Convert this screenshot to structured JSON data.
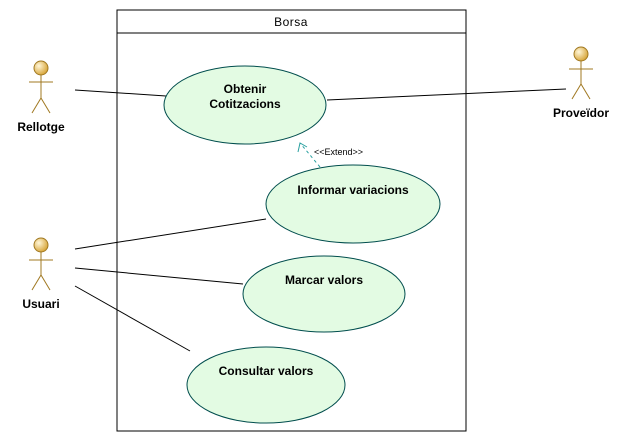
{
  "system": {
    "title": "Borsa"
  },
  "actors": {
    "rellotge": "Rellotge",
    "proveidor": "Proveïdor",
    "usuari": "Usuari"
  },
  "use_cases": {
    "obtenir_line1": "Obtenir",
    "obtenir_line2": "Cotitzacions",
    "informar": "Informar variacions",
    "marcar": "Marcar valors",
    "consultar": "Consultar valors"
  },
  "relations": {
    "extend_label": "<<Extend>>"
  },
  "colors": {
    "usecase_fill": "#e3fbe3",
    "usecase_stroke": "#004d4d",
    "actor_head": "#e8c87a",
    "actor_stroke": "#a07820",
    "line": "#000000",
    "extend": "#2aa0a0"
  }
}
